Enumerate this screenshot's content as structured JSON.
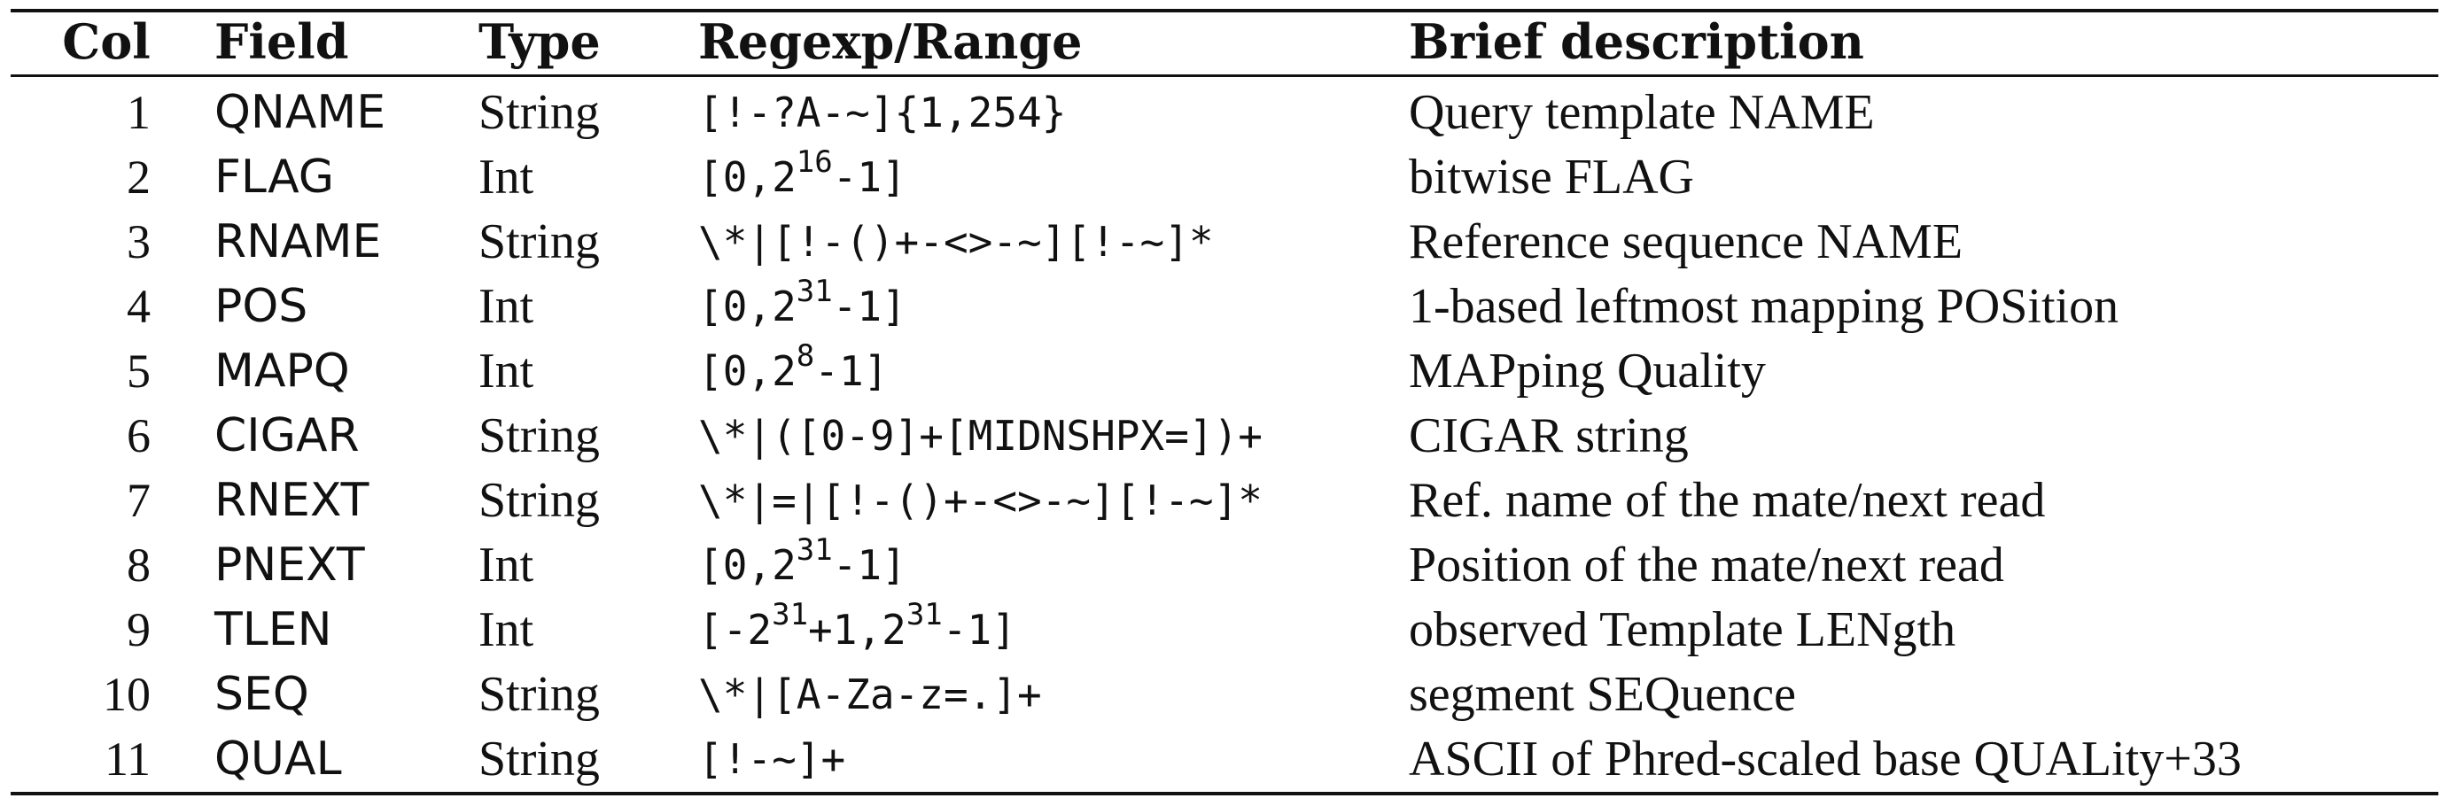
{
  "table": {
    "headers": {
      "col": "Col",
      "field": "Field",
      "type": "Type",
      "regex": "Regexp/Range",
      "desc": "Brief description"
    },
    "rows": [
      {
        "col": "1",
        "field": "QNAME",
        "type": "String",
        "regex": [
          {
            "t": "[!-?A-~]{1,254}"
          }
        ],
        "desc": "Query template NAME"
      },
      {
        "col": "2",
        "field": "FLAG",
        "type": "Int",
        "regex": [
          {
            "t": "[0,2"
          },
          {
            "sup": "16"
          },
          {
            "t": "-1]"
          }
        ],
        "desc": "bitwise FLAG"
      },
      {
        "col": "3",
        "field": "RNAME",
        "type": "String",
        "regex": [
          {
            "t": "\\*|[!-()+-<>-~][!-~]*"
          }
        ],
        "desc": "Reference sequence NAME"
      },
      {
        "col": "4",
        "field": "POS",
        "type": "Int",
        "regex": [
          {
            "t": "[0,2"
          },
          {
            "sup": "31"
          },
          {
            "t": "-1]"
          }
        ],
        "desc": "1-based leftmost mapping POSition"
      },
      {
        "col": "5",
        "field": "MAPQ",
        "type": "Int",
        "regex": [
          {
            "t": "[0,2"
          },
          {
            "sup": "8"
          },
          {
            "t": "-1]"
          }
        ],
        "desc": "MAPping Quality"
      },
      {
        "col": "6",
        "field": "CIGAR",
        "type": "String",
        "regex": [
          {
            "t": "\\*|([0-9]+[MIDNSHPX=])+"
          }
        ],
        "desc": "CIGAR string"
      },
      {
        "col": "7",
        "field": "RNEXT",
        "type": "String",
        "regex": [
          {
            "t": "\\*|=|[!-()+-<>-~][!-~]*"
          }
        ],
        "desc": "Ref. name of the mate/next read"
      },
      {
        "col": "8",
        "field": "PNEXT",
        "type": "Int",
        "regex": [
          {
            "t": "[0,2"
          },
          {
            "sup": "31"
          },
          {
            "t": "-1]"
          }
        ],
        "desc": "Position of the mate/next read"
      },
      {
        "col": "9",
        "field": "TLEN",
        "type": "Int",
        "regex": [
          {
            "t": "[-2"
          },
          {
            "sup": "31"
          },
          {
            "t": "+1,2"
          },
          {
            "sup": "31"
          },
          {
            "t": "-1]"
          }
        ],
        "desc": "observed Template LENgth"
      },
      {
        "col": "10",
        "field": "SEQ",
        "type": "String",
        "regex": [
          {
            "t": "\\*|[A-Za-z=.]+"
          }
        ],
        "desc": "segment SEQuence"
      },
      {
        "col": "11",
        "field": "QUAL",
        "type": "String",
        "regex": [
          {
            "t": "[!-~]+"
          }
        ],
        "desc": "ASCII of Phred-scaled base QUALity+33"
      }
    ]
  }
}
